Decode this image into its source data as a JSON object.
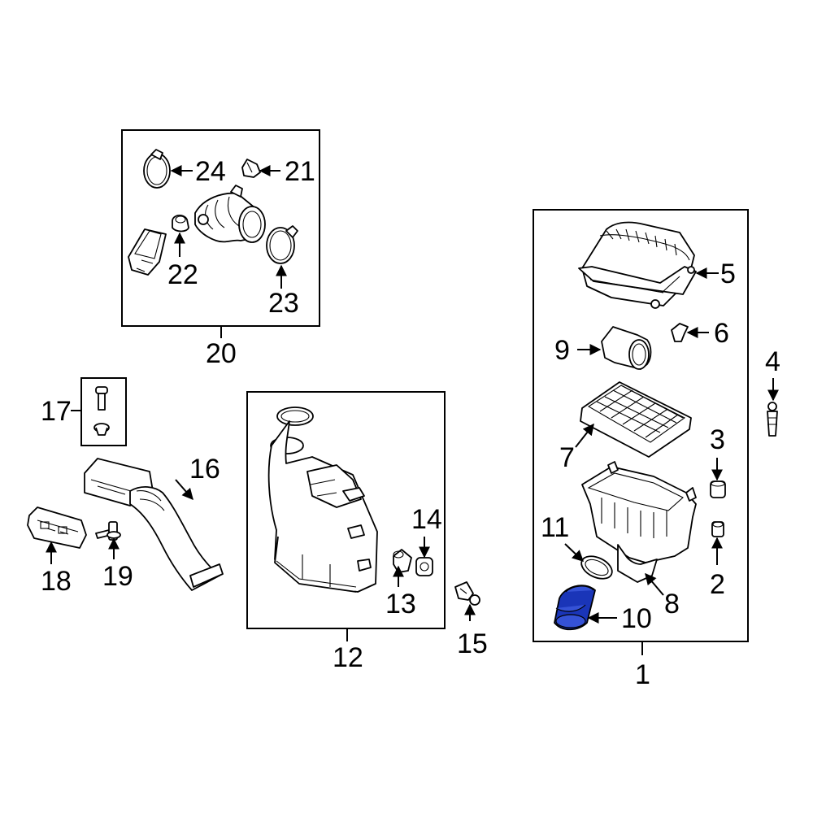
{
  "diagram": {
    "highlighted_part": "10",
    "highlight_color": "#1a35b8",
    "callouts": [
      {
        "id": "1",
        "label": "1"
      },
      {
        "id": "2",
        "label": "2"
      },
      {
        "id": "3",
        "label": "3"
      },
      {
        "id": "4",
        "label": "4"
      },
      {
        "id": "5",
        "label": "5"
      },
      {
        "id": "6",
        "label": "6"
      },
      {
        "id": "7",
        "label": "7"
      },
      {
        "id": "8",
        "label": "8"
      },
      {
        "id": "9",
        "label": "9"
      },
      {
        "id": "10",
        "label": "10"
      },
      {
        "id": "11",
        "label": "11"
      },
      {
        "id": "12",
        "label": "12"
      },
      {
        "id": "13",
        "label": "13"
      },
      {
        "id": "14",
        "label": "14"
      },
      {
        "id": "15",
        "label": "15"
      },
      {
        "id": "16",
        "label": "16"
      },
      {
        "id": "17",
        "label": "17"
      },
      {
        "id": "18",
        "label": "18"
      },
      {
        "id": "19",
        "label": "19"
      },
      {
        "id": "20",
        "label": "20"
      },
      {
        "id": "21",
        "label": "21"
      },
      {
        "id": "22",
        "label": "22"
      },
      {
        "id": "23",
        "label": "23"
      },
      {
        "id": "24",
        "label": "24"
      }
    ]
  }
}
